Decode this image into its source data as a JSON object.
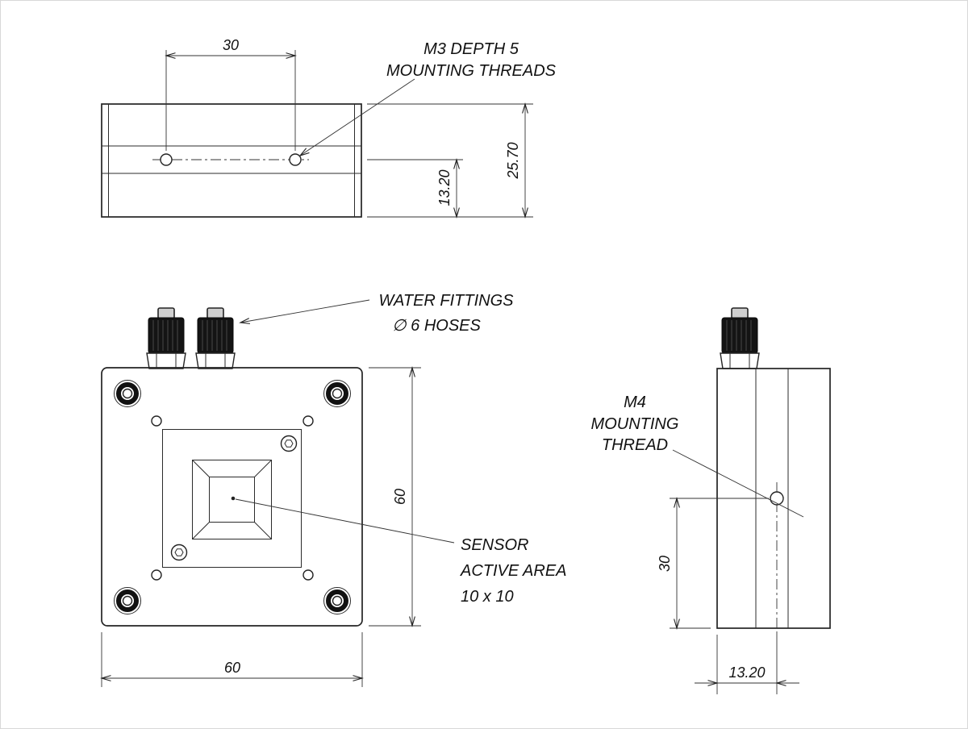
{
  "top_view": {
    "dim_hole_spacing": "30",
    "dim_hole_height": "13.20",
    "dim_body_height": "25.70",
    "callout_m3": {
      "line1": "M3 DEPTH 5",
      "line2": "MOUNTING THREADS"
    }
  },
  "front_view": {
    "dim_height": "60",
    "dim_width": "60",
    "callout_water": {
      "line1": "WATER FITTINGS",
      "line2": "∅ 6 HOSES"
    },
    "callout_sensor": {
      "line1": "SENSOR",
      "line2": "ACTIVE AREA",
      "line3": "10 x 10"
    }
  },
  "side_view": {
    "dim_hole_vertical": "30",
    "dim_hole_horizontal": "13.20",
    "callout_m4": {
      "line1": "M4",
      "line2": "MOUNTING",
      "line3": "THREAD"
    }
  },
  "colors": {
    "line": "#222222",
    "background": "#ffffff"
  }
}
